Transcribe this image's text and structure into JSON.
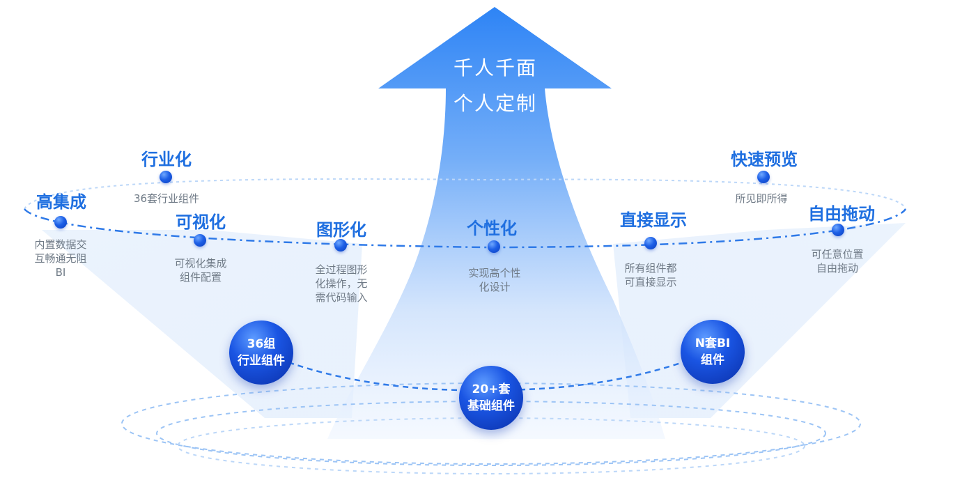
{
  "arrow": {
    "line1": "千人千面",
    "line2": "个人定制"
  },
  "features": [
    {
      "id": "integration",
      "title": "高集成",
      "desc": "内置数据交\n互畅通无阻\nBI"
    },
    {
      "id": "industry",
      "title": "行业化",
      "desc": "36套行业组件"
    },
    {
      "id": "visual",
      "title": "可视化",
      "desc": "可视化集成\n组件配置"
    },
    {
      "id": "graphic",
      "title": "图形化",
      "desc": "全过程图形\n化操作，无\n需代码输入"
    },
    {
      "id": "personal",
      "title": "个性化",
      "desc": "实现高个性\n化设计"
    },
    {
      "id": "direct",
      "title": "直接显示",
      "desc": "所有组件都\n可直接显示"
    },
    {
      "id": "preview",
      "title": "快速预览",
      "desc": "所见即所得"
    },
    {
      "id": "drag",
      "title": "自由拖动",
      "desc": "可任意位置\n自由拖动"
    }
  ],
  "bases": [
    {
      "id": "industry-components",
      "line1": "36组",
      "line2": "行业组件"
    },
    {
      "id": "basic-components",
      "line1": "20+套",
      "line2": "基础组件"
    },
    {
      "id": "bi-components",
      "line1": "N套BI",
      "line2": "组件"
    }
  ],
  "colors": {
    "accent": "#1f6fe0",
    "arrow": "#2f86f6",
    "text_muted": "#6f7a86"
  }
}
